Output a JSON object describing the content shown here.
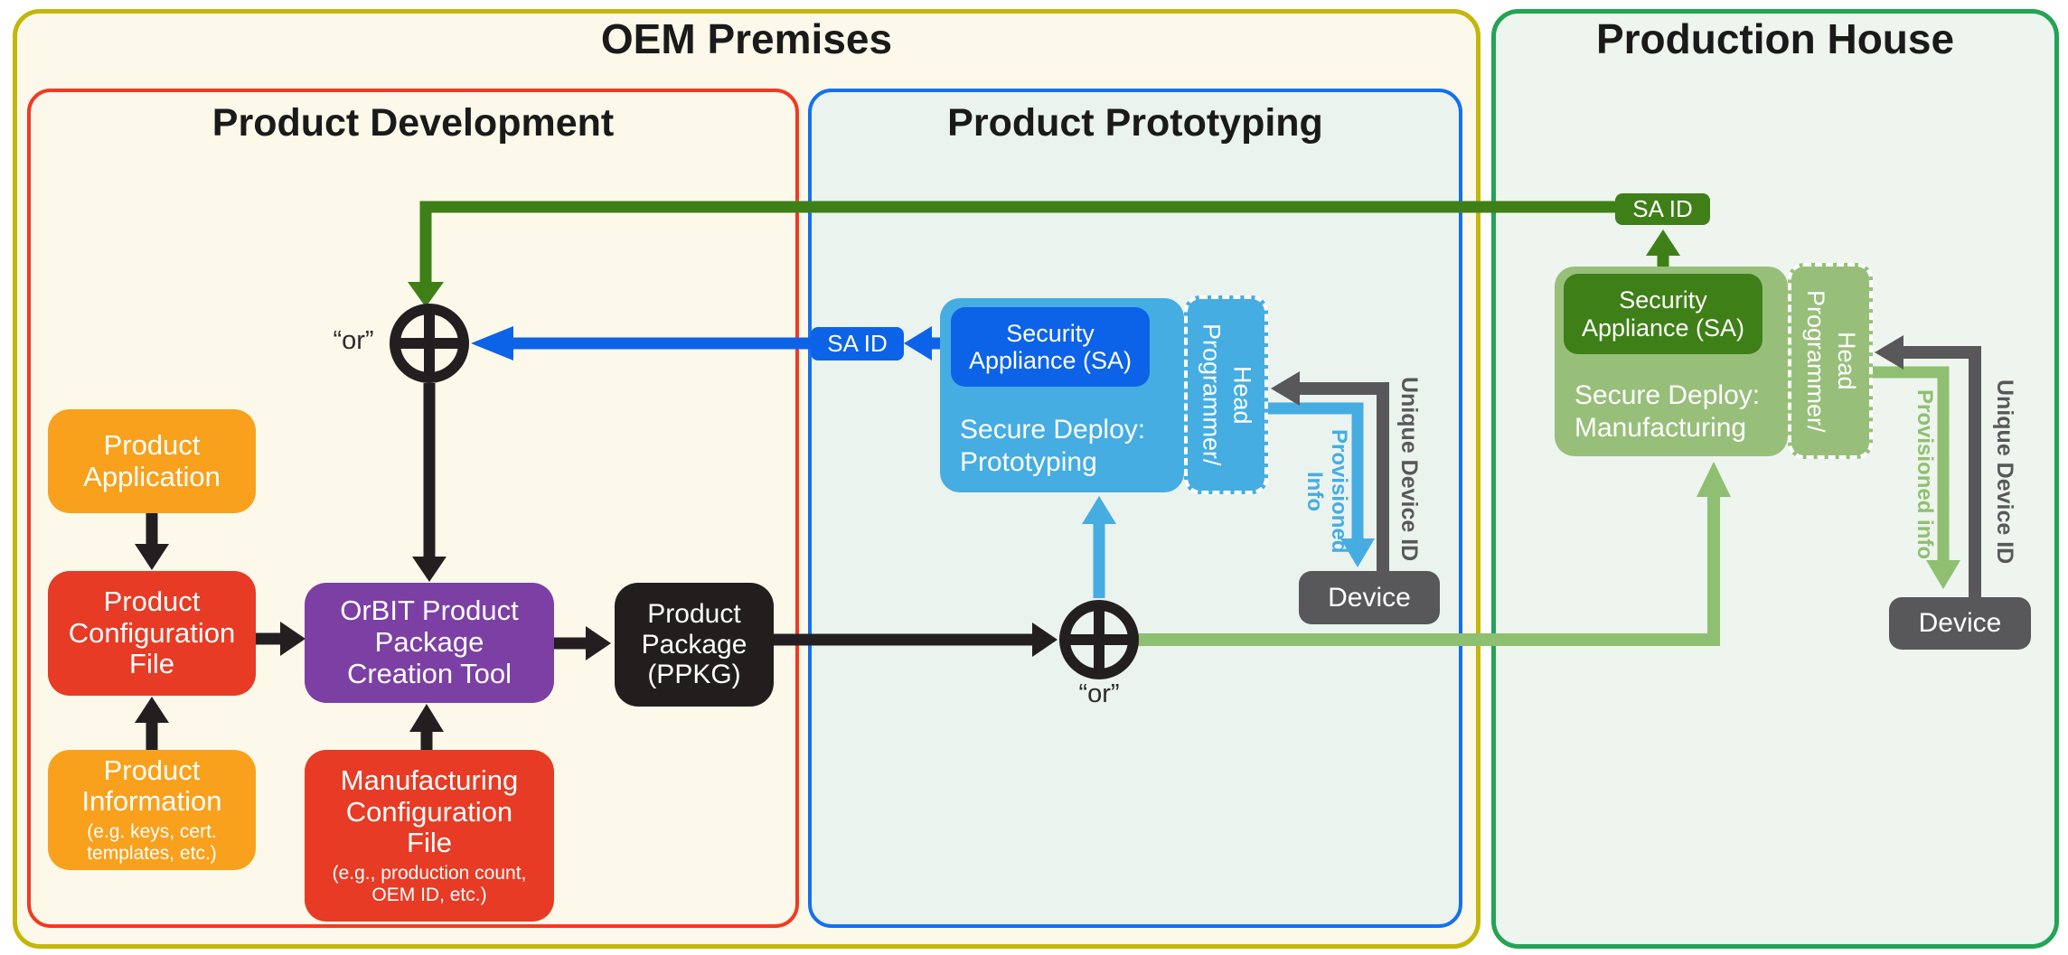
{
  "colors": {
    "oem_border": "#C4B70A",
    "oem_bg": "#FCF9EA",
    "dev_border": "#F13A23",
    "proto_border": "#1470F2",
    "proto_bg": "#EBF3EF",
    "production_border": "#23A455",
    "production_bg": "#EDF5EE",
    "orange_box": "#F9A11C",
    "red_box": "#E73B25",
    "purple_box": "#7C3FA4",
    "black_box": "#221E1E",
    "bright_blue": "#0D63E8",
    "light_blue": "#45ADE2",
    "dark_green": "#3F7F18",
    "light_green_box": "#97BF7A",
    "light_green_line": "#8FBF70",
    "gray": "#58585B",
    "arrow_black": "#231F20"
  },
  "oem": {
    "title": "OEM Premises",
    "development": {
      "title": "Product Development",
      "product_application": "Product\nApplication",
      "product_configuration_file": "Product\nConfiguration\nFile",
      "product_information": "Product\nInformation",
      "product_information_note": "(e.g. keys, cert.\ntemplates, etc.)",
      "orbit_tool": "OrBIT Product\nPackage\nCreation Tool",
      "manufacturing_configuration_file": "Manufacturing\nConfiguration\nFile",
      "manufacturing_configuration_note": "(e.g., production count,\nOEM ID, etc.)",
      "product_package": "Product\nPackage\n(PPKG)",
      "or_label": "“or”"
    },
    "prototyping": {
      "title": "Product Prototyping",
      "sa_id": "SA ID",
      "security_appliance": "Security\nAppliance (SA)",
      "secure_deploy": "Secure Deploy:\nPrototyping",
      "programmer_head": "Programmer/\nHead",
      "provisioned_info": "Provisioned\nInfo",
      "unique_device_id": "Unique Device ID",
      "device": "Device",
      "or_label": "“or”"
    }
  },
  "production": {
    "title": "Production House",
    "sa_id": "SA ID",
    "security_appliance": "Security\nAppliance (SA)",
    "secure_deploy": "Secure Deploy:\nManufacturing",
    "programmer_head": "Programmer/\nHead",
    "provisioned_info": "Provisioned info",
    "unique_device_id": "Unique Device ID",
    "device": "Device"
  }
}
